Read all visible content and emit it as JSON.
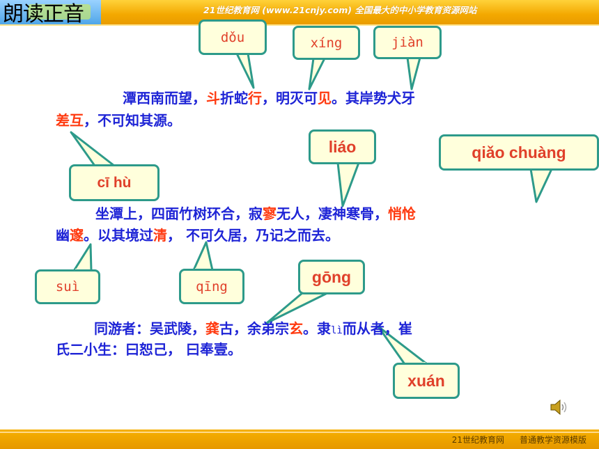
{
  "header": {
    "title": "朗读正音",
    "site_text": "21世纪教育网 (www.21cnjy.com) 全国最大的中小学教育资源网站"
  },
  "paragraphs": {
    "p1": {
      "l1_a": "潭西南而望，",
      "l1_b": "斗",
      "l1_c": "折蛇",
      "l1_d": "行",
      "l1_e": "，明灭可",
      "l1_f": "见",
      "l1_g": "。其岸势犬牙",
      "l2_a": "差互",
      "l2_b": "，不可知其源。"
    },
    "p2": {
      "l1_a": "坐潭上，四面竹树环合，寂",
      "l1_b": "寥",
      "l1_c": "无人，凄神寒骨，",
      "l1_d": "悄怆",
      "l2_a": "幽",
      "l2_b": "邃",
      "l2_c": "。以其境过",
      "l2_d": "清",
      "l2_e": "，  不可久居，乃记之而去。"
    },
    "p3": {
      "l1_a": "同游者：吴武陵，",
      "l1_b": "龚",
      "l1_c": "古，余弟宗",
      "l1_d": "玄",
      "l1_e": "。隶",
      "l1_f": "lì",
      "l1_g": "而从者，崔",
      "l2_a": "氏二小生：曰恕己，  曰奉壹。"
    }
  },
  "callouts": {
    "dou": "dǒu",
    "xing": "xíng",
    "jian": "jiàn",
    "cihu": "cī hù",
    "liao": "liáo",
    "qiaochuang": "qiǎo chuàng",
    "sui": "suì",
    "qing": "qīng",
    "gong": "gōng",
    "xuan": "xuán"
  },
  "footer": {
    "site": "21世纪教育网",
    "label": "普通教学资源模版"
  },
  "colors": {
    "body_text": "#1e24d6",
    "highlight": "#ff3a10",
    "callout_border": "#2d9a8a",
    "callout_fill": "#ffffdc",
    "bar": "#f3a800"
  },
  "icons": [
    "speaker-icon"
  ]
}
